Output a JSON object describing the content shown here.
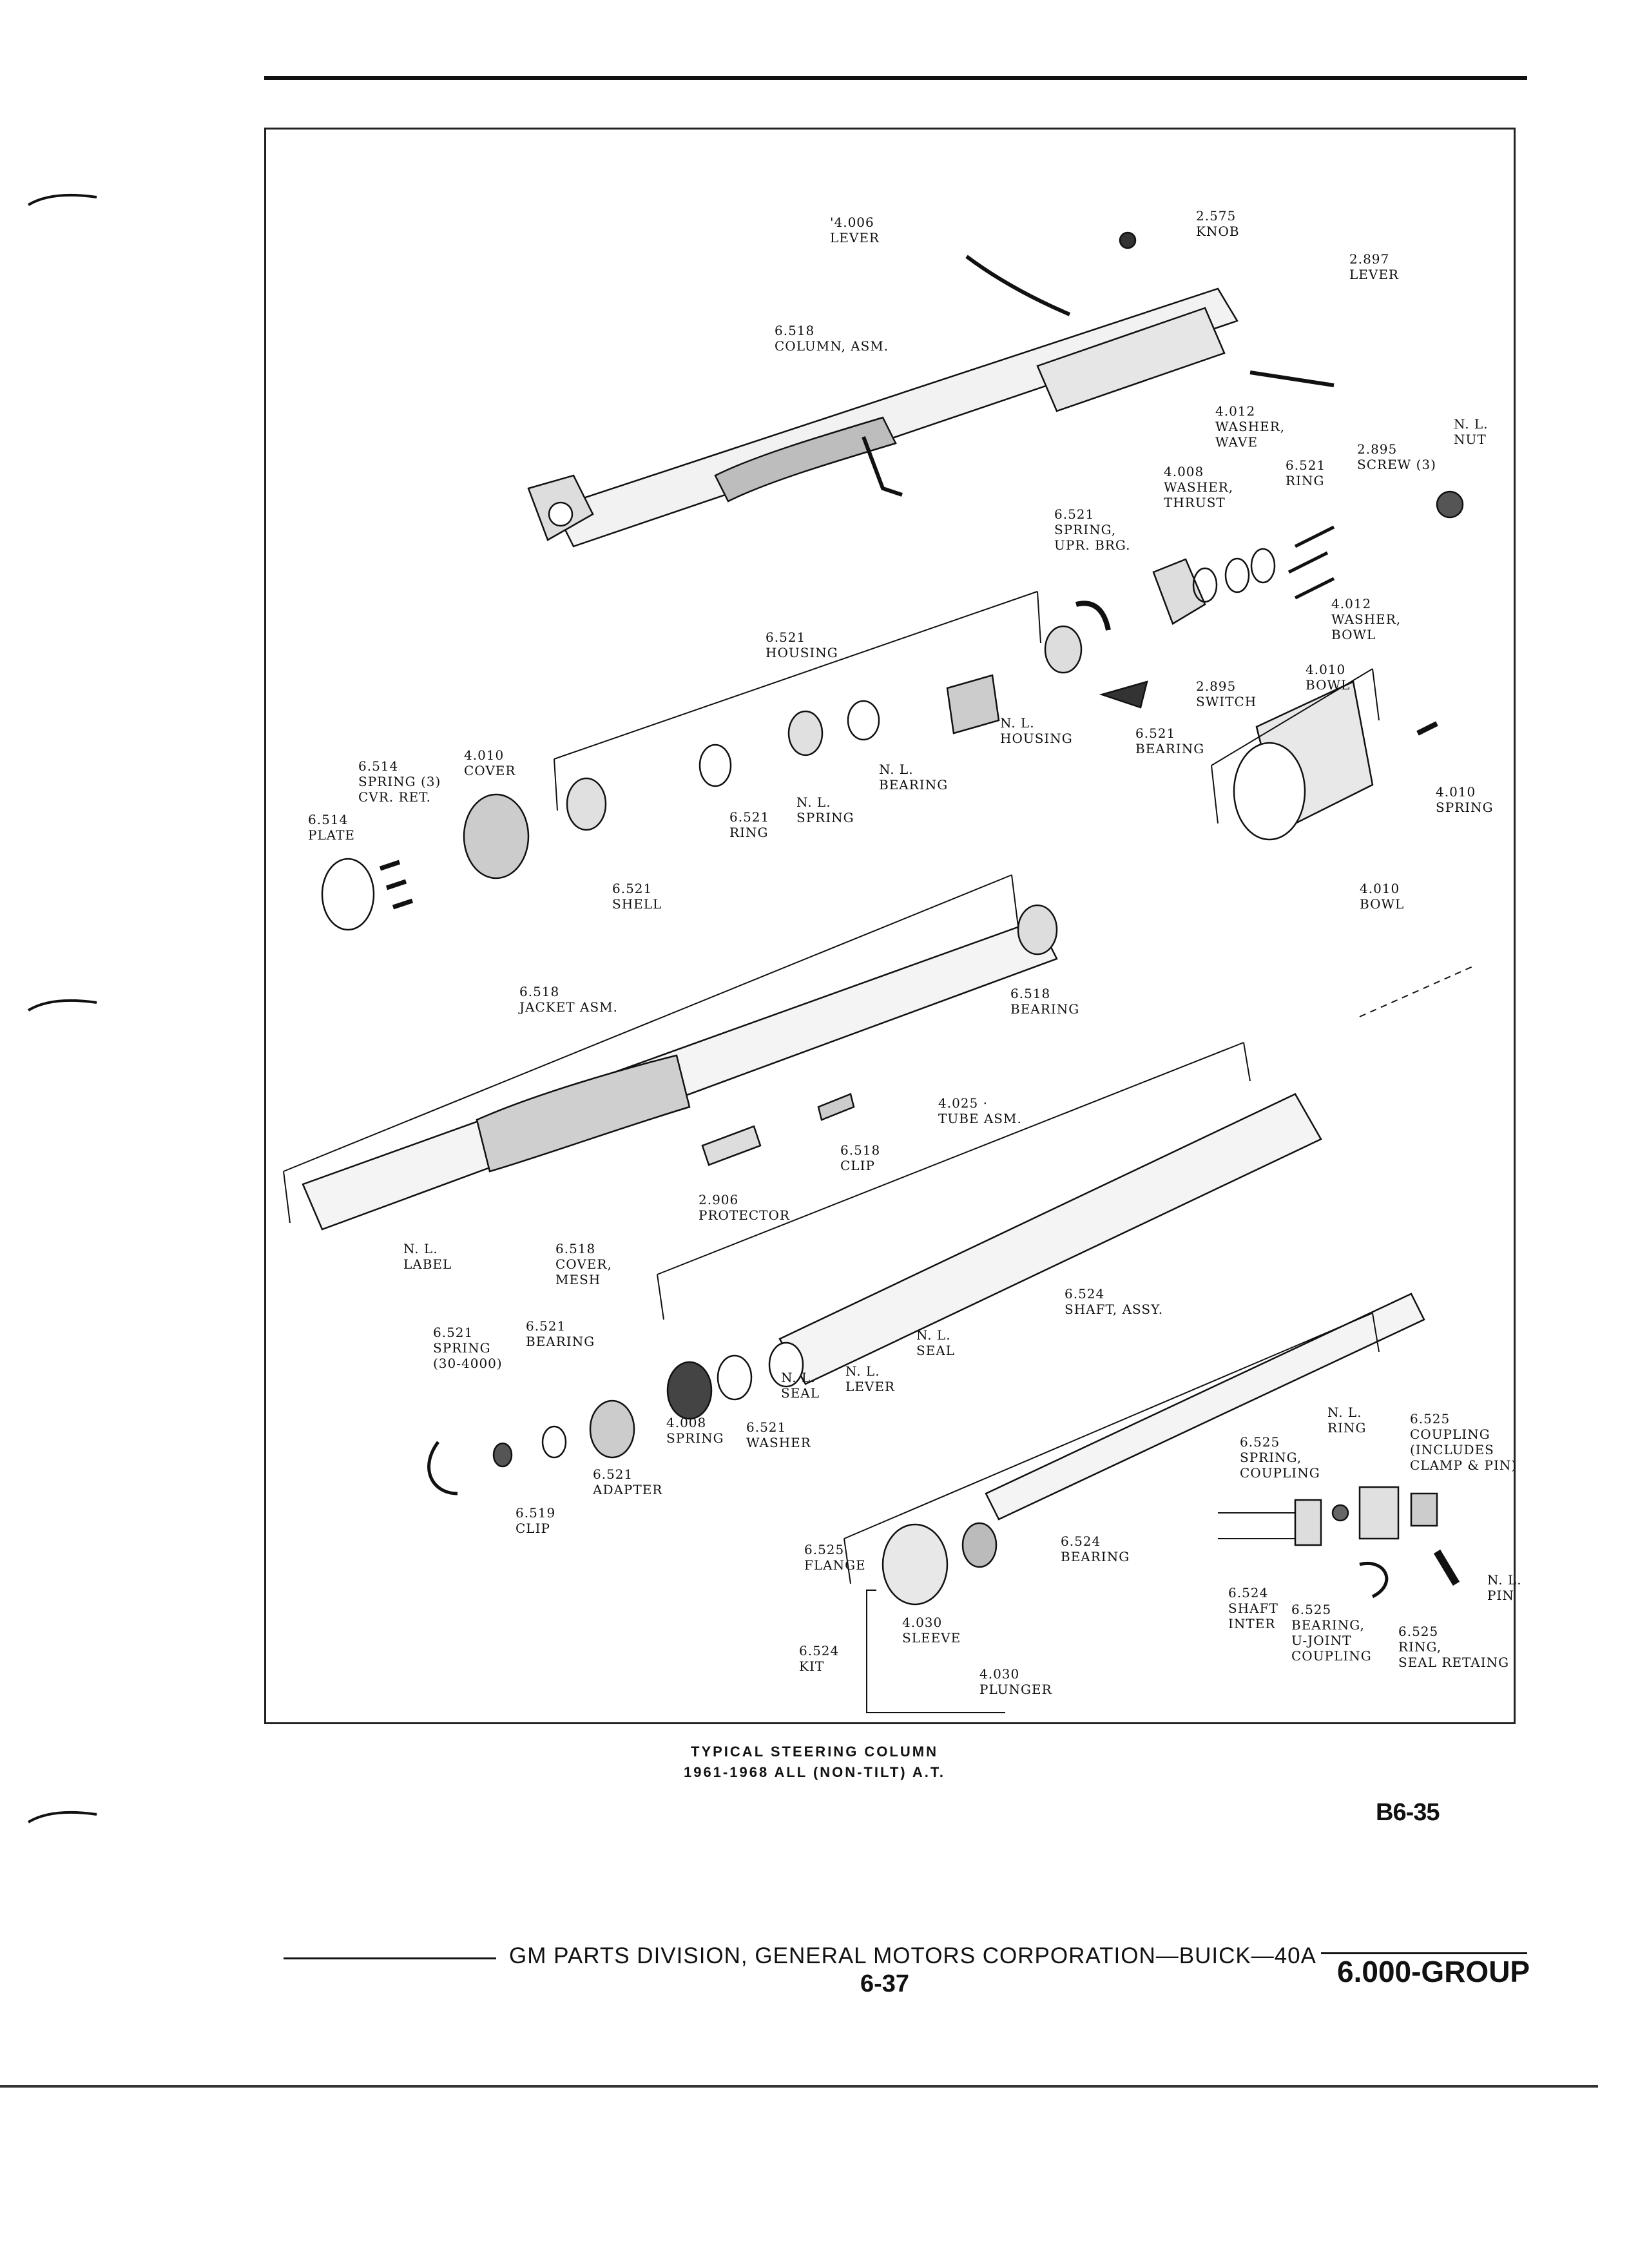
{
  "caption": {
    "line1": "TYPICAL STEERING COLUMN",
    "line2": "1961-1968 ALL (NON-TILT) A.T."
  },
  "page_id": "B6-35",
  "footer": {
    "text": "GM PARTS DIVISION, GENERAL MOTORS CORPORATION—BUICK—40A",
    "page": "6-37",
    "group": "6.000-GROUP"
  },
  "callouts": [
    {
      "id": "lever-4006",
      "num": "'4.006",
      "name": "LEVER"
    },
    {
      "id": "knob-2575",
      "num": "2.575",
      "name": "KNOB"
    },
    {
      "id": "lever-2897",
      "num": "2.897",
      "name": "LEVER"
    },
    {
      "id": "column-asm-6518",
      "num": "6.518",
      "name": "COLUMN, ASM."
    },
    {
      "id": "washer-wave-4012",
      "num": "4.012",
      "name": "WASHER,\nWAVE"
    },
    {
      "id": "nut-nl",
      "num": "N. L.",
      "name": "NUT"
    },
    {
      "id": "screw-2895",
      "num": "2.895",
      "name": "SCREW (3)"
    },
    {
      "id": "ring-6521-top",
      "num": "6.521",
      "name": "RING"
    },
    {
      "id": "washer-thrust-4008",
      "num": "4.008",
      "name": "WASHER,\nTHRUST"
    },
    {
      "id": "spring-upr-brg-6521",
      "num": "6.521",
      "name": "SPRING,\nUPR. BRG."
    },
    {
      "id": "washer-bowl-4012",
      "num": "4.012",
      "name": "WASHER,\nBOWL"
    },
    {
      "id": "housing-6521",
      "num": "6.521",
      "name": "HOUSING"
    },
    {
      "id": "switch-2895",
      "num": "2.895",
      "name": "SWITCH"
    },
    {
      "id": "bowl-4010-top",
      "num": "4.010",
      "name": "BOWL"
    },
    {
      "id": "housing-nl",
      "num": "N. L.",
      "name": "HOUSING"
    },
    {
      "id": "bearing-6521",
      "num": "6.521",
      "name": "BEARING"
    },
    {
      "id": "bearing-nl",
      "num": "N. L.",
      "name": "BEARING"
    },
    {
      "id": "spring-cvr-ret-6514",
      "num": "6.514",
      "name": "SPRING (3)\nCVR. RET."
    },
    {
      "id": "cover-4010",
      "num": "4.010",
      "name": "COVER"
    },
    {
      "id": "plate-6514",
      "num": "6.514",
      "name": "PLATE"
    },
    {
      "id": "spring-nl",
      "num": "N. L.",
      "name": "SPRING"
    },
    {
      "id": "ring-6521-mid",
      "num": "6.521",
      "name": "RING"
    },
    {
      "id": "spring-4010",
      "num": "4.010",
      "name": "SPRING"
    },
    {
      "id": "shell-6521",
      "num": "6.521",
      "name": "SHELL"
    },
    {
      "id": "bowl-4010-bottom",
      "num": "4.010",
      "name": "BOWL"
    },
    {
      "id": "jacket-asm-6518",
      "num": "6.518",
      "name": "JACKET ASM."
    },
    {
      "id": "bearing-6518",
      "num": "6.518",
      "name": "BEARING"
    },
    {
      "id": "tube-asm-4025",
      "num": "4.025 ·",
      "name": "TUBE ASM."
    },
    {
      "id": "clip-6518",
      "num": "6.518",
      "name": "CLIP"
    },
    {
      "id": "protector-2906",
      "num": "2.906",
      "name": "PROTECTOR"
    },
    {
      "id": "label-nl",
      "num": "N. L.",
      "name": "LABEL"
    },
    {
      "id": "cover-mesh-6518",
      "num": "6.518",
      "name": "COVER,\nMESH"
    },
    {
      "id": "shaft-assy-6524",
      "num": "6.524",
      "name": "SHAFT, ASSY."
    },
    {
      "id": "seal-nl-upper",
      "num": "N. L.",
      "name": "SEAL"
    },
    {
      "id": "spring-6521-low",
      "num": "6.521",
      "name": "SPRING\n(30-4000)"
    },
    {
      "id": "bearing-6521-low",
      "num": "6.521",
      "name": "BEARING"
    },
    {
      "id": "seal-nl-lower",
      "num": "N. L.",
      "name": "SEAL"
    },
    {
      "id": "lever-nl",
      "num": "N. L.",
      "name": "LEVER"
    },
    {
      "id": "spring-4008",
      "num": "4.008",
      "name": "SPRING"
    },
    {
      "id": "washer-6521",
      "num": "6.521",
      "name": "WASHER"
    },
    {
      "id": "adapter-6521",
      "num": "6.521",
      "name": "ADAPTER"
    },
    {
      "id": "clip-6519",
      "num": "6.519",
      "name": "CLIP"
    },
    {
      "id": "ring-nl",
      "num": "N. L.",
      "name": "RING"
    },
    {
      "id": "coupling-6525",
      "num": "6.525",
      "name": "COUPLING\n(INCLUDES\nCLAMP & PIN)"
    },
    {
      "id": "spring-coupling-6525",
      "num": "6.525",
      "name": "SPRING,\nCOUPLING"
    },
    {
      "id": "flange-6525",
      "num": "6.525",
      "name": "FLANGE"
    },
    {
      "id": "bearing-6524",
      "num": "6.524",
      "name": "BEARING"
    },
    {
      "id": "shaft-inter-6524",
      "num": "6.524",
      "name": "SHAFT\nINTER"
    },
    {
      "id": "bearing-ujoint-6525",
      "num": "6.525",
      "name": "BEARING,\nU-JOINT\nCOUPLING"
    },
    {
      "id": "ring-seal-retaing-6525",
      "num": "6.525",
      "name": "RING,\nSEAL RETAING"
    },
    {
      "id": "pin-nl",
      "num": "N. L.",
      "name": "PIN"
    },
    {
      "id": "sleeve-4030",
      "num": "4.030",
      "name": "SLEEVE"
    },
    {
      "id": "kit-6524",
      "num": "6.524",
      "name": "KIT"
    },
    {
      "id": "plunger-4030",
      "num": "4.030",
      "name": "PLUNGER"
    }
  ]
}
